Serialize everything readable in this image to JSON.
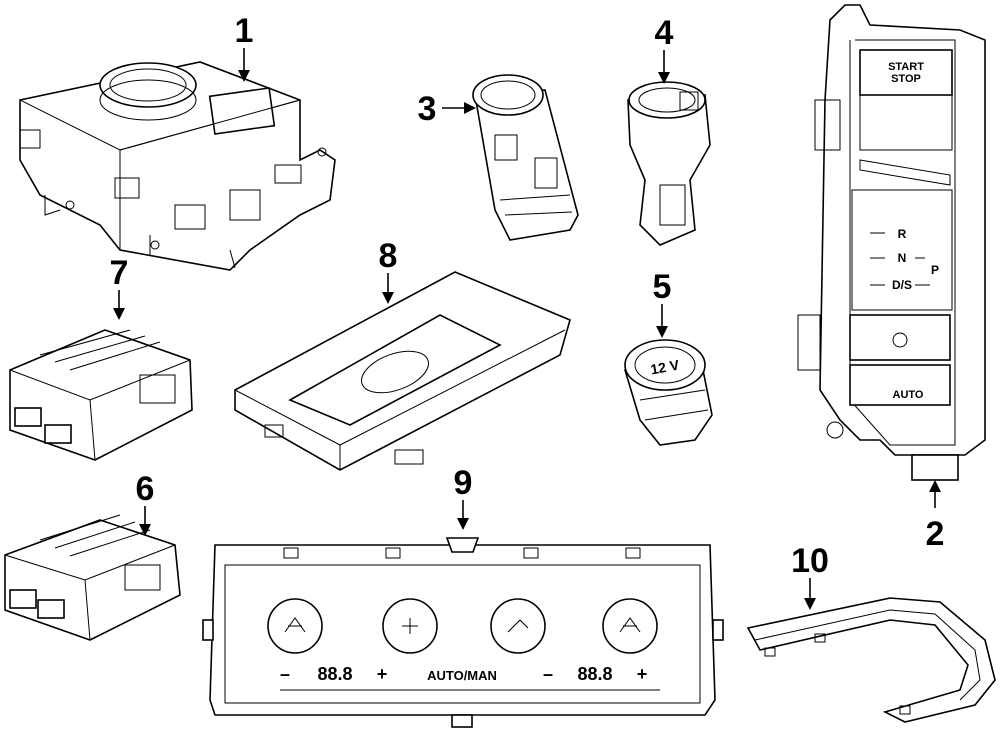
{
  "callouts": [
    {
      "id": "1",
      "label": "1"
    },
    {
      "id": "2",
      "label": "2"
    },
    {
      "id": "3",
      "label": "3"
    },
    {
      "id": "4",
      "label": "4"
    },
    {
      "id": "5",
      "label": "5"
    },
    {
      "id": "6",
      "label": "6"
    },
    {
      "id": "7",
      "label": "7"
    },
    {
      "id": "8",
      "label": "8"
    },
    {
      "id": "9",
      "label": "9"
    },
    {
      "id": "10",
      "label": "10"
    }
  ],
  "shifter_panel": {
    "start_line1": "START",
    "start_line2": "STOP",
    "gear_r": "R",
    "gear_n": "N",
    "gear_d": "D/S",
    "gear_p": "P",
    "auto": "AUTO"
  },
  "socket_label": "12 V",
  "climate_panel": {
    "left_temp": "88.8",
    "right_temp": "88.8",
    "minus_left": "–",
    "plus_left": "+",
    "minus_right": "–",
    "plus_right": "+",
    "auto_man": "AUTO/MAN"
  }
}
